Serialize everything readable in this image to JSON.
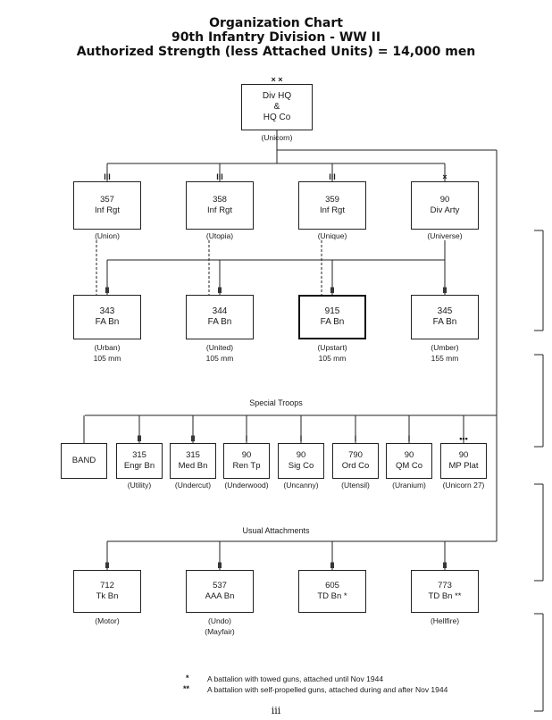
{
  "header": {
    "title_line1": "Organization Chart",
    "title_line2": "90th Infantry Division - WW II",
    "title_line3": "Authorized Strength (less Attached Units) = 14,000 men"
  },
  "hq": {
    "lines": [
      "Div HQ",
      "&",
      "HQ Co"
    ],
    "code": "(Unicorn)",
    "size_symbol": "× ×"
  },
  "regiments": [
    {
      "lines": [
        "357",
        "Inf Rgt"
      ],
      "code": "(Union)",
      "size_symbol": "III"
    },
    {
      "lines": [
        "358",
        "Inf Rgt"
      ],
      "code": "(Utopia)",
      "size_symbol": "III"
    },
    {
      "lines": [
        "359",
        "Inf Rgt"
      ],
      "code": "(Unique)",
      "size_symbol": "III"
    },
    {
      "lines": [
        "90",
        "Div Arty"
      ],
      "code": "(Universe)",
      "size_symbol": "×"
    }
  ],
  "artillery": [
    {
      "lines": [
        "343",
        "FA Bn"
      ],
      "code": "(Urban)",
      "caliber": "105 mm",
      "size_symbol": "II"
    },
    {
      "lines": [
        "344",
        "FA Bn"
      ],
      "code": "(United)",
      "caliber": "105 mm",
      "size_symbol": "II"
    },
    {
      "lines": [
        "915",
        "FA Bn"
      ],
      "code": "(Upstart)",
      "caliber": "105 mm",
      "size_symbol": "II"
    },
    {
      "lines": [
        "345",
        "FA Bn"
      ],
      "code": "(Umber)",
      "caliber": "155 mm",
      "size_symbol": "II"
    }
  ],
  "special_troops": {
    "label": "Special Troops",
    "units": [
      {
        "lines": [
          "BAND"
        ],
        "code": "",
        "size_symbol": ""
      },
      {
        "lines": [
          "315",
          "Engr Bn"
        ],
        "code": "(Utility)",
        "size_symbol": "II"
      },
      {
        "lines": [
          "315",
          "Med Bn"
        ],
        "code": "(Undercut)",
        "size_symbol": "II"
      },
      {
        "lines": [
          "90",
          "Ren Tp"
        ],
        "code": "(Underwood)",
        "size_symbol": "I"
      },
      {
        "lines": [
          "90",
          "Sig Co"
        ],
        "code": "(Uncanny)",
        "size_symbol": "I"
      },
      {
        "lines": [
          "790",
          "Ord Co"
        ],
        "code": "(Utensil)",
        "size_symbol": "I"
      },
      {
        "lines": [
          "90",
          "QM Co"
        ],
        "code": "(Uranium)",
        "size_symbol": "I"
      },
      {
        "lines": [
          "90",
          "MP Plat"
        ],
        "code": "(Unicorn 27)",
        "size_symbol": "•••"
      }
    ]
  },
  "attachments": {
    "label": "Usual Attachments",
    "units": [
      {
        "lines": [
          "712",
          "Tk Bn"
        ],
        "codes": [
          "(Motor)"
        ],
        "size_symbol": "II"
      },
      {
        "lines": [
          "537",
          "AAA Bn"
        ],
        "codes": [
          "(Undo)",
          "(Mayfair)"
        ],
        "size_symbol": "II"
      },
      {
        "lines": [
          "605",
          "TD Bn *"
        ],
        "codes": [],
        "size_symbol": "II"
      },
      {
        "lines": [
          "773",
          "TD Bn **"
        ],
        "codes": [
          "(Hellfire)"
        ],
        "size_symbol": "II"
      }
    ]
  },
  "footnotes": [
    {
      "mark": "*",
      "text": "A battalion with towed guns, attached until Nov 1944"
    },
    {
      "mark": "**",
      "text": "A battalion with self-propelled guns, attached during and after Nov 1944"
    }
  ],
  "page_number": "iii"
}
